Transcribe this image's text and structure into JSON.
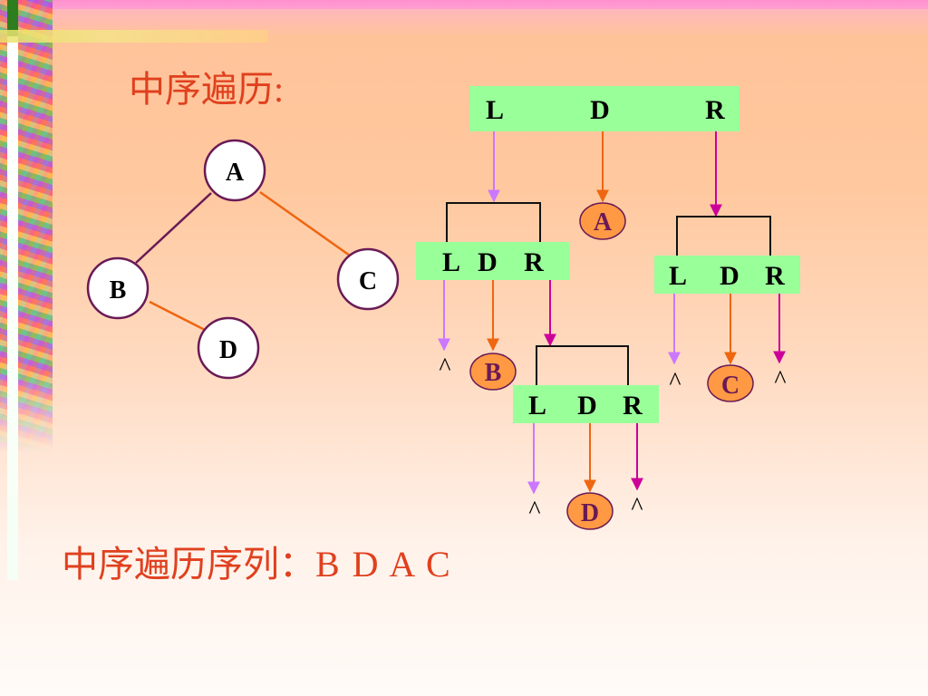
{
  "title": "中序遍历:",
  "result": {
    "label": "中序遍历序列：",
    "sequence": "B  D  A  C"
  },
  "tree": {
    "nodes": {
      "A": "A",
      "B": "B",
      "C": "C",
      "D": "D"
    }
  },
  "traversal": {
    "box_main": {
      "L": "L",
      "D": "D",
      "R": "R"
    },
    "box_left": {
      "L": "L",
      "D": "D",
      "R": "R"
    },
    "box_right": {
      "L": "L",
      "D": "D",
      "R": "R"
    },
    "box_bottom": {
      "L": "L",
      "D": "D",
      "R": "R"
    },
    "visited": {
      "A": "A",
      "B": "B",
      "C": "C",
      "D": "D"
    },
    "null_symbol": "^"
  },
  "colors": {
    "title_red": "#e0401e",
    "box_green": "#99ff99",
    "node_orange": "#ff9944",
    "arrow_violet": "#cc77ff",
    "arrow_orange": "#ee6611",
    "arrow_magenta": "#cc0099",
    "tree_edge_dark": "#6a1a55",
    "tree_edge_orange": "#ee6611",
    "node_border": "#6a1a55"
  }
}
